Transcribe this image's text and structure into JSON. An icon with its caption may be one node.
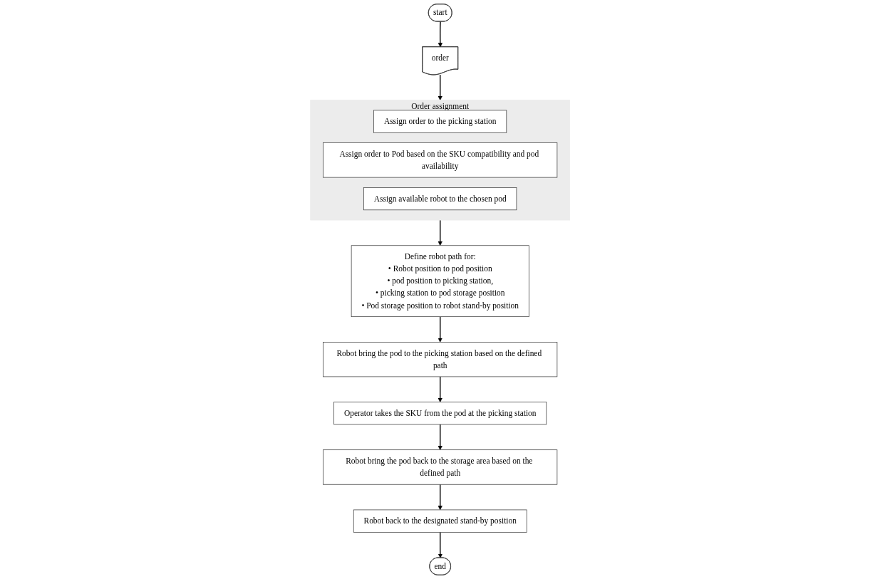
{
  "diagram": {
    "nodes": [
      {
        "text": [
          "start"
        ]
      },
      {
        "text": [
          "order"
        ]
      },
      {
        "text": [
          "Order assignment"
        ]
      },
      {
        "text": [
          "Assign order to the picking station"
        ],
        "in": 2
      },
      {
        "text": [
          "Assign order to Pod based on the SKU compatibility and pod availability"
        ],
        "in": 2
      },
      {
        "text": [
          "Assign available robot to the chosen pod"
        ],
        "in": 2
      },
      {
        "text": [
          "Define robot path for:",
          "• Robot position to pod position",
          "• pod position to picking station,",
          "• picking station to pod storage position",
          "• Pod storage position to robot stand-by position"
        ]
      },
      {
        "text": [
          "Robot bring the pod to the picking station based on the defined path"
        ]
      },
      {
        "text": [
          "Operator takes the SKU from the pod at the picking station"
        ]
      },
      {
        "text": [
          "Robot bring the pod back to the storage area based on the defined path"
        ]
      },
      {
        "text": [
          "Robot back to the designated stand-by position"
        ]
      },
      {
        "text": [
          "end"
        ]
      }
    ],
    "edges": [
      {
        "from": 0,
        "to": 1,
        "arrow": "to"
      },
      {
        "from": 1,
        "to": 2,
        "arrow": "to"
      },
      {
        "from": 2,
        "to": 6,
        "arrow": "to"
      },
      {
        "from": 6,
        "to": 7,
        "arrow": "to"
      },
      {
        "from": 7,
        "to": 8,
        "arrow": "to"
      },
      {
        "from": 8,
        "to": 9,
        "arrow": "to"
      },
      {
        "from": 9,
        "to": 10,
        "arrow": "to"
      },
      {
        "from": 10,
        "to": 11,
        "arrow": "to"
      }
    ]
  }
}
